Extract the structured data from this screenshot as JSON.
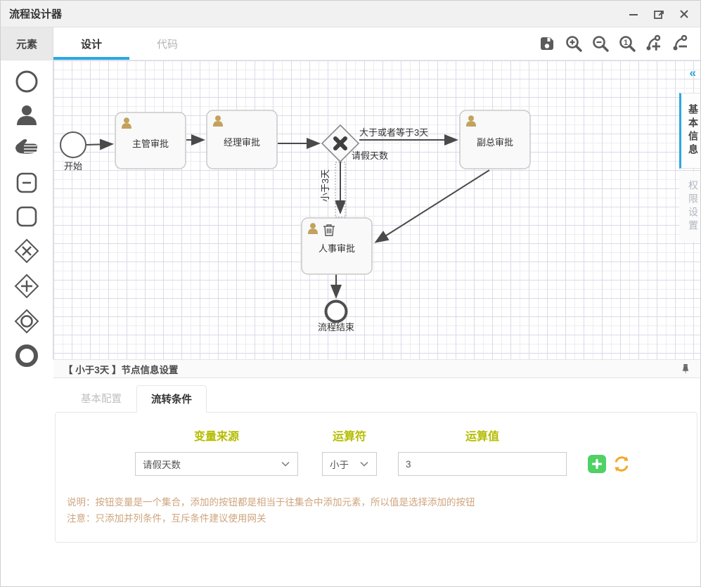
{
  "window": {
    "title": "流程设计器"
  },
  "titlebar": {
    "icons": [
      "minimize-icon",
      "restore-icon",
      "close-icon"
    ]
  },
  "tabs": {
    "elements_label": "元素",
    "design": "设计",
    "code": "代码"
  },
  "toolbar": {
    "icons": [
      "save-icon",
      "zoom-in-icon",
      "zoom-out-icon",
      "zoom-reset-icon",
      "connect-add-icon",
      "connect-remove-icon"
    ],
    "zoom_reset_digit": "1"
  },
  "palette": {
    "items": [
      "start-event",
      "user-task",
      "manual-task",
      "subprocess",
      "task",
      "exclusive-gateway",
      "parallel-gateway",
      "inclusive-gateway",
      "end-event"
    ]
  },
  "canvas": {
    "nodes": {
      "start": "开始",
      "supervisor": "主管审批",
      "manager": "经理审批",
      "gateway": "请假天数",
      "vp": "副总审批",
      "hr": "人事审批",
      "end": "流程结束"
    },
    "edges": {
      "gte3": "大于或者等于3天",
      "lt3": "小于3天"
    }
  },
  "right_panel": {
    "collapse": "«",
    "tab_basic": "基本信息",
    "tab_permission": "权限设置"
  },
  "bottom_panel": {
    "header": "【 小于3天 】节点信息设置",
    "tab_basic": "基本配置",
    "tab_condition": "流转条件",
    "form": {
      "var_label": "变量来源",
      "var_value": "请假天数",
      "op_label": "运算符",
      "op_value": "小于",
      "val_label": "运算值",
      "val_value": "3"
    },
    "notes": {
      "line1": "说明：按钮变量是一个集合，添加的按钮都是相当于往集合中添加元素，所以值是选择添加的按钮",
      "line2": "注意：只添加并列条件，互斥条件建议使用网关"
    }
  },
  "colors": {
    "accent_blue": "#29a9e1",
    "label_green": "#b5bd00",
    "note_tan": "#cfa47e",
    "add_green": "#4fd165",
    "refresh_orange": "#f5a623",
    "person_tan": "#c2a25c"
  }
}
